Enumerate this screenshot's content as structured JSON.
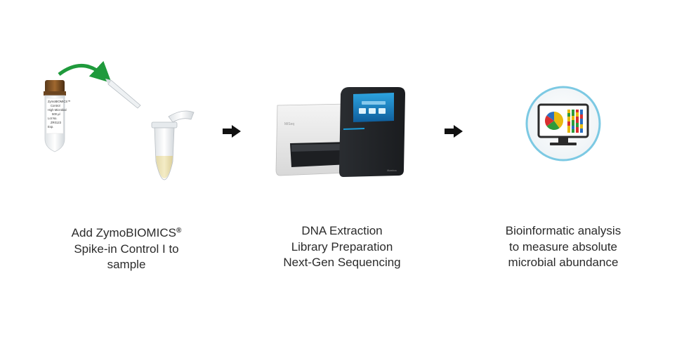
{
  "steps": [
    {
      "lines": [
        "Add ZymoBIOMICS",
        "Spike-in Control I to",
        "sample"
      ],
      "superscript": "®",
      "vial_label": [
        "ZymoBIOMICS™",
        "Control",
        "High Microbial",
        "500 µl",
        "Lot No.",
        "ZR0123",
        "Exp."
      ]
    },
    {
      "lines": [
        "DNA Extraction",
        "Library Preparation",
        "Next-Gen Sequencing"
      ],
      "machine_brand": "illumina",
      "machine_model": "MiSeq"
    },
    {
      "lines": [
        "Bioinformatic analysis",
        "to measure absolute",
        "microbial abundance"
      ]
    }
  ],
  "colors": {
    "transfer_arrow": "#1f9a3c",
    "arrow": "#111111",
    "monitor_ring": "#7cc9e3",
    "screen_accent": "#1a9ad6"
  },
  "chart_icon": {
    "pie": [
      {
        "value": 40,
        "color": "#e8b90f"
      },
      {
        "value": 25,
        "color": "#2f9a3a"
      },
      {
        "value": 20,
        "color": "#d92f2f"
      },
      {
        "value": 15,
        "color": "#2a6fc0"
      }
    ]
  }
}
